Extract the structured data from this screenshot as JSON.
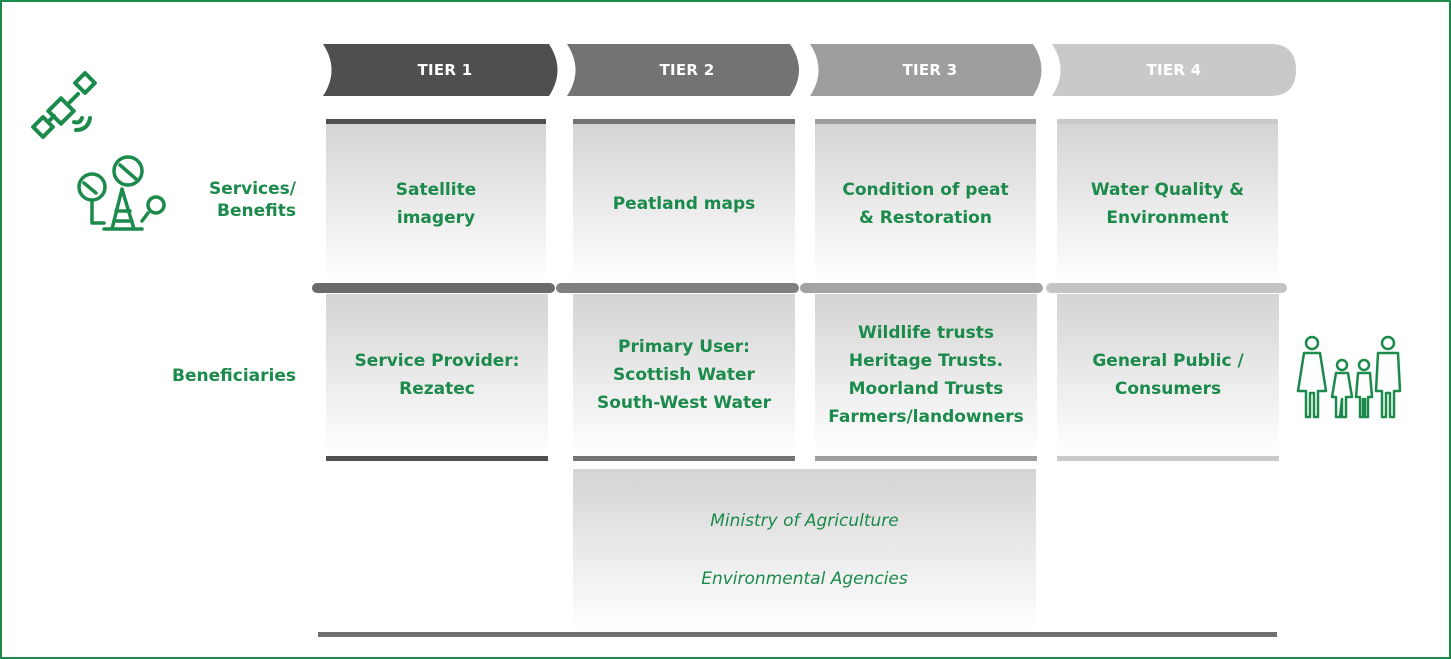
{
  "tiers": [
    {
      "label": "TIER 1",
      "color": "#4f4f4f"
    },
    {
      "label": "TIER 2",
      "color": "#737373"
    },
    {
      "label": "TIER 3",
      "color": "#9e9e9e"
    },
    {
      "label": "TIER 4",
      "color": "#c9c9c9"
    }
  ],
  "rows": {
    "services_label": "Services/\nBenefits",
    "beneficiaries_label": "Beneficiaries"
  },
  "services": [
    "Satellite\nimagery",
    "Peatland maps",
    "Condition of peat\n& Restoration",
    "Water Quality &\nEnvironment"
  ],
  "beneficiaries": [
    "Service Provider:\nRezatec",
    "Primary User:\nScottish Water\nSouth-West Water",
    "Wildlife trusts\nHeritage Trusts.\nMoorland Trusts\nFarmers/landowners",
    "General Public /\nConsumers"
  ],
  "agencies": {
    "line1": "Ministry of Agriculture",
    "line2": "Environmental Agencies"
  },
  "colors": {
    "accent_green": "#1b8a4b",
    "frame_green": "#1b8a4b"
  },
  "icons": [
    "satellite-icon",
    "satellite-dish-icon",
    "family-icon"
  ]
}
